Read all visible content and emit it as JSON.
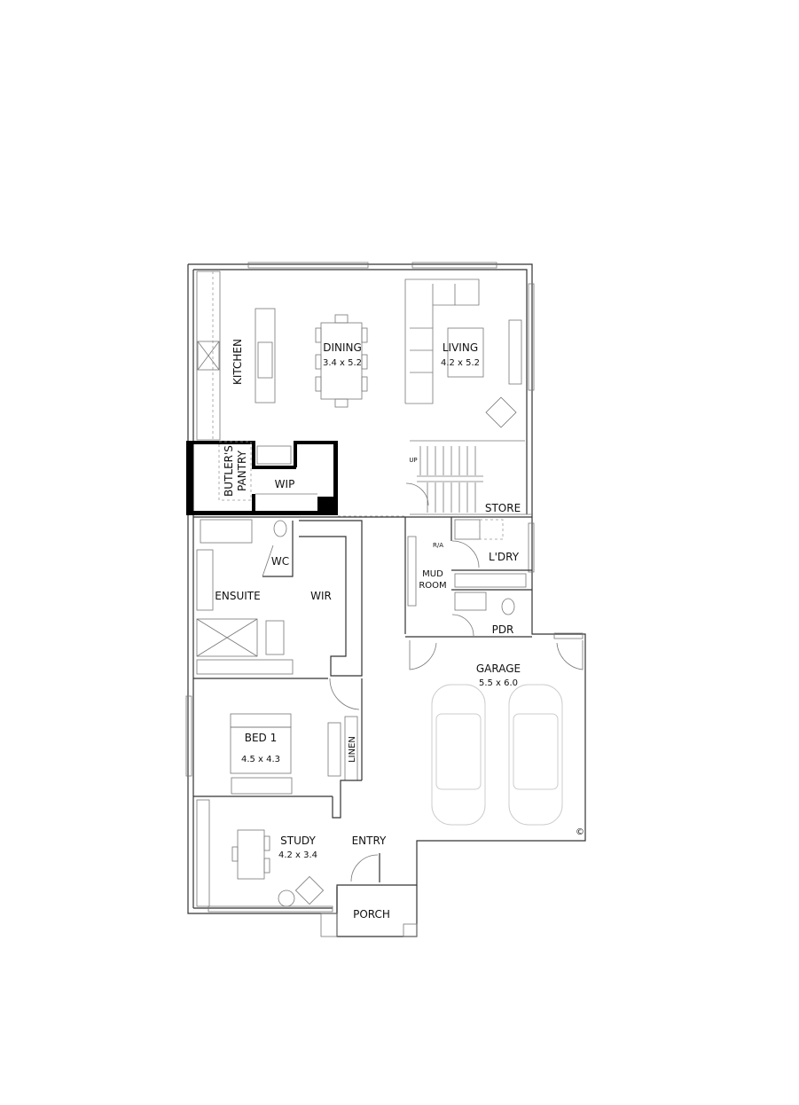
{
  "rooms": {
    "kitchen": {
      "name": "KITCHEN"
    },
    "dining": {
      "name": "DINING",
      "size": "3.4 x 5.2"
    },
    "living": {
      "name": "LIVING",
      "size": "4.2 x 5.2"
    },
    "butlers_pantry": {
      "name_line1": "BUTLER'S",
      "name_line2": "PANTRY"
    },
    "wip": {
      "name": "WIP"
    },
    "stairs": {
      "label": "UP"
    },
    "store": {
      "name": "STORE"
    },
    "wc": {
      "name": "WC"
    },
    "ensuite": {
      "name": "ENSUITE"
    },
    "wir": {
      "name": "WIR"
    },
    "mud_room": {
      "name_line1": "MUD",
      "name_line2": "ROOM",
      "ra_label": "R/A"
    },
    "laundry": {
      "name": "L'DRY"
    },
    "pdr": {
      "name": "PDR"
    },
    "garage": {
      "name": "GARAGE",
      "size": "5.5 x 6.0"
    },
    "bed1": {
      "name": "BED 1",
      "size": "4.5 x 4.3"
    },
    "linen": {
      "name": "LINEN"
    },
    "study": {
      "name": "STUDY",
      "size": "4.2 x 3.4"
    },
    "entry": {
      "name": "ENTRY"
    },
    "porch": {
      "name": "PORCH"
    }
  },
  "copyright_mark": "©"
}
